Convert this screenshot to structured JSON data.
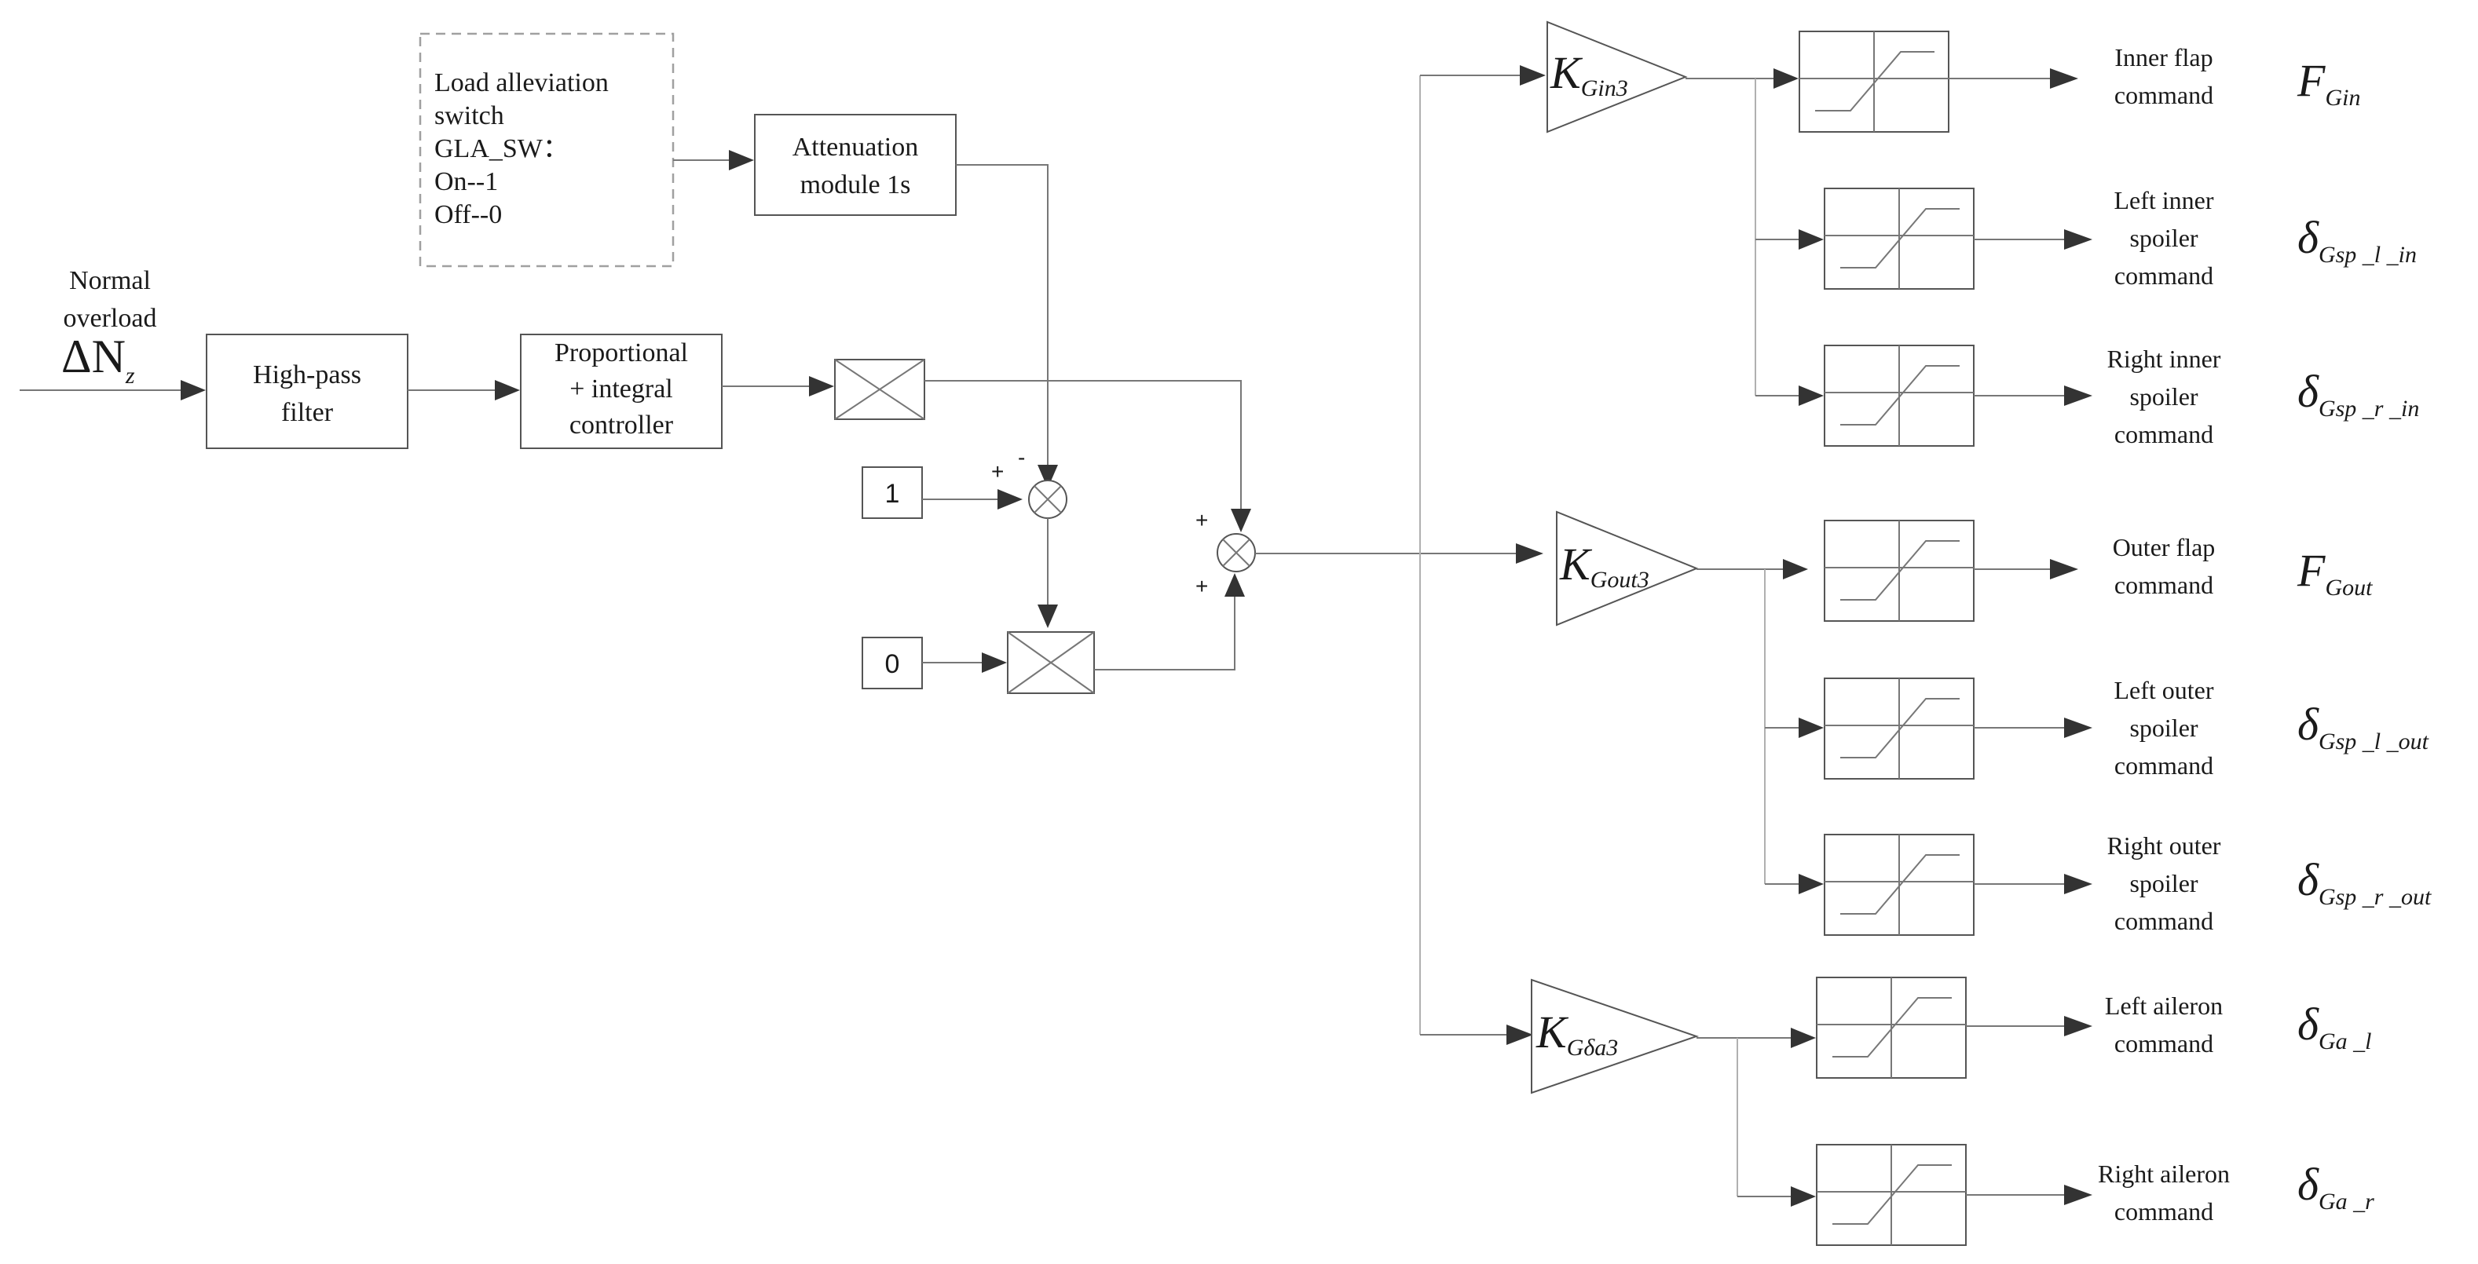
{
  "input": {
    "label_line1": "Normal",
    "label_line2": "overload",
    "symbol_main": "ΔN",
    "symbol_sub": "z"
  },
  "switch_box": {
    "line1": "Load alleviation",
    "line2": "switch",
    "line3": "GLA_SW：",
    "line4": "On--1",
    "line5": "Off--0"
  },
  "blocks": {
    "attenuation_line1": "Attenuation",
    "attenuation_line2": "module 1s",
    "highpass_line1": "High-pass",
    "highpass_line2": "filter",
    "pi_line1": "Proportional",
    "pi_line2": "+ integral",
    "pi_line3": "controller",
    "const_one": "1",
    "const_zero": "0"
  },
  "signs": {
    "minus": "-",
    "plus1": "+",
    "plus2": "+",
    "plus3": "+"
  },
  "gains": {
    "gin3_main": "K",
    "gin3_sub": "Gin3",
    "gout3_main": "K",
    "gout3_sub": "Gout3",
    "gda3_main": "K",
    "gda3_sub": "Gδa3"
  },
  "outputs": [
    {
      "line1": "Inner flap",
      "line2": "command",
      "line3": "",
      "sym_main": "F",
      "sym_sub": "Gin"
    },
    {
      "line1": "Left inner",
      "line2": "spoiler",
      "line3": "command",
      "sym_main": "δ",
      "sym_sub": "Gsp _l _in"
    },
    {
      "line1": "Right inner",
      "line2": "spoiler",
      "line3": "command",
      "sym_main": "δ",
      "sym_sub": "Gsp _r _in"
    },
    {
      "line1": "Outer flap",
      "line2": "command",
      "line3": "",
      "sym_main": "F",
      "sym_sub": "Gout"
    },
    {
      "line1": "Left outer",
      "line2": "spoiler",
      "line3": "command",
      "sym_main": "δ",
      "sym_sub": "Gsp _l _out"
    },
    {
      "line1": "Right outer",
      "line2": "spoiler",
      "line3": "command",
      "sym_main": "δ",
      "sym_sub": "Gsp _r _out"
    },
    {
      "line1": "Left aileron",
      "line2": "command",
      "line3": "",
      "sym_main": "δ",
      "sym_sub": "Ga _l"
    },
    {
      "line1": "Right aileron",
      "line2": "command",
      "line3": "",
      "sym_main": "δ",
      "sym_sub": "Ga _r"
    }
  ]
}
